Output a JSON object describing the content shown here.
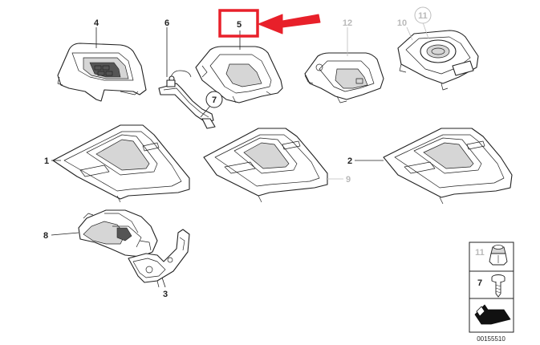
{
  "callouts": {
    "c1": "1",
    "c2": "2",
    "c3": "3",
    "c4": "4",
    "c5": "5",
    "c6": "6",
    "c7": "7",
    "c8": "8",
    "c9": "9",
    "c10": "10",
    "c11": "11",
    "c12": "12"
  },
  "legend": {
    "item_top": "11",
    "item_bottom": "7"
  },
  "document_number": "00155510",
  "colors": {
    "highlight": "#e8202a",
    "active_label": "#222222",
    "inactive_label": "#b9b9b9"
  }
}
